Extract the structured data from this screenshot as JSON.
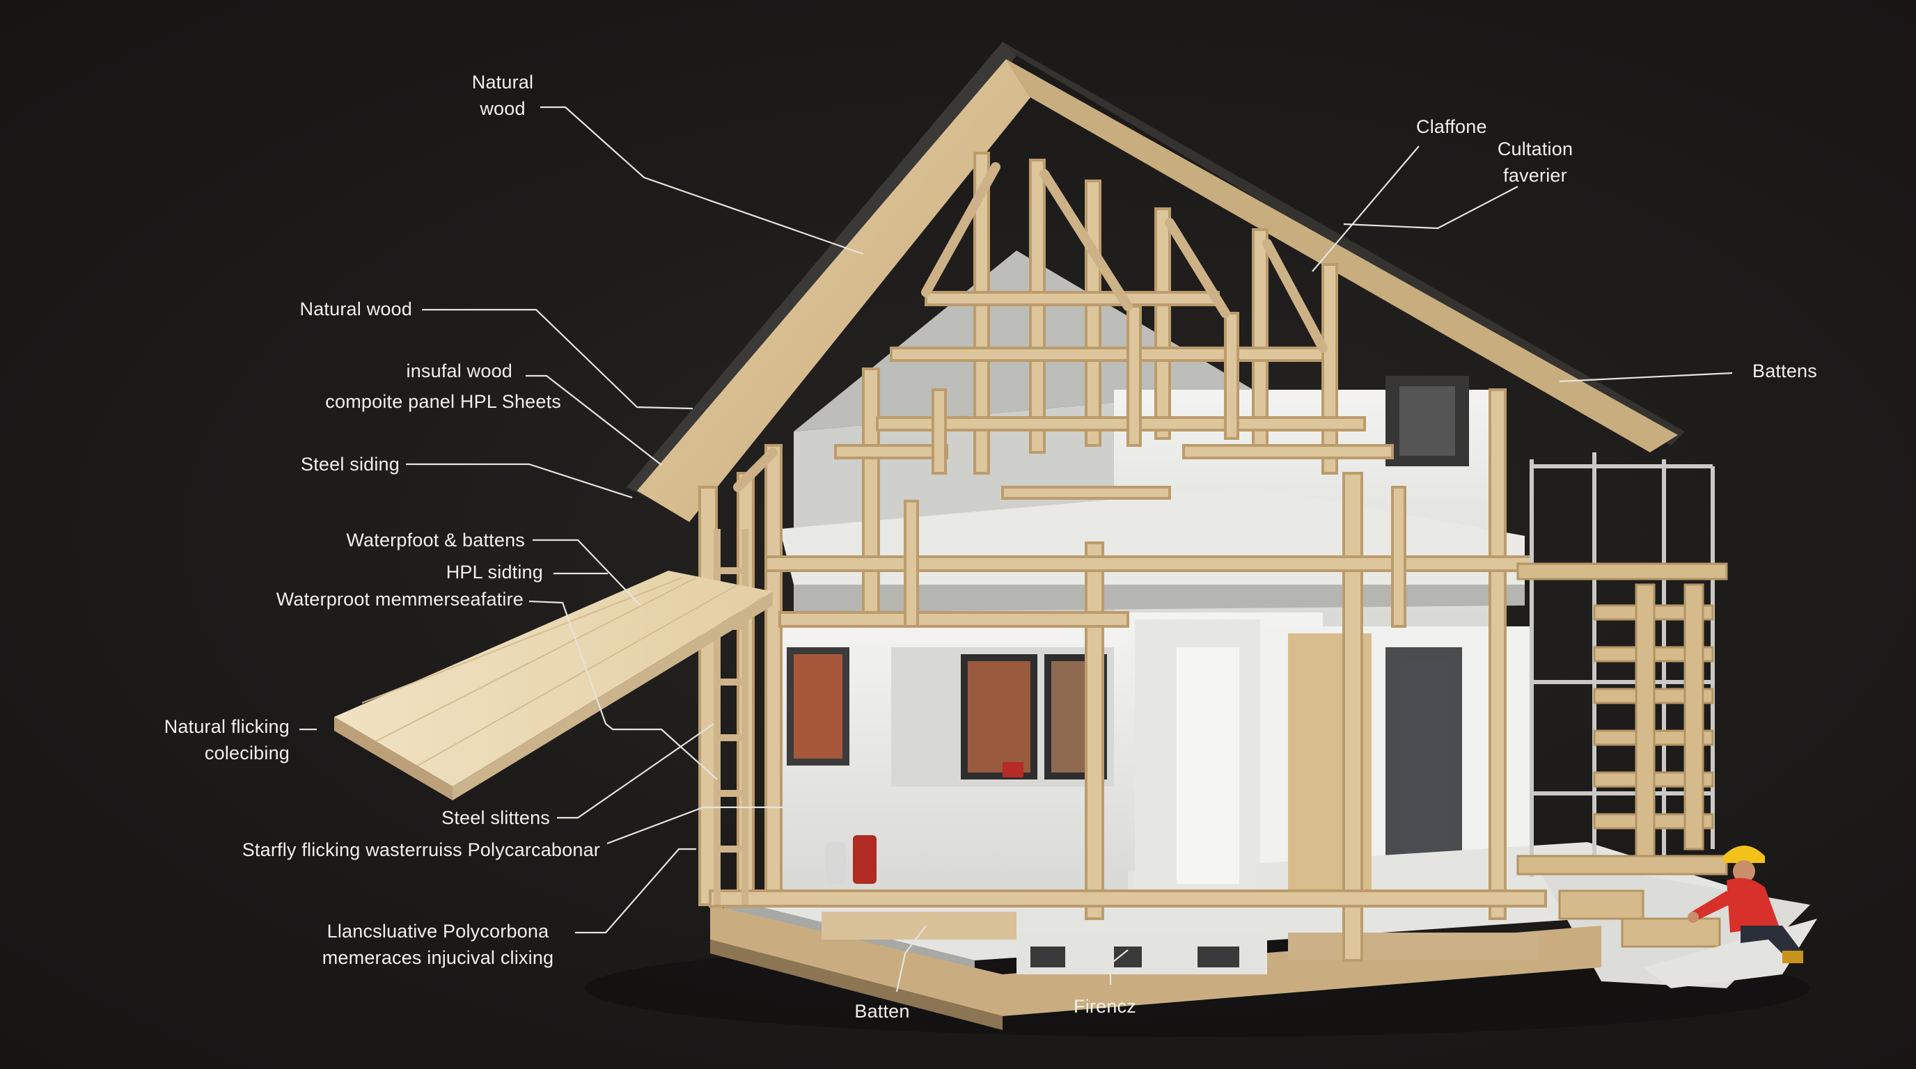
{
  "labels": {
    "natural_wood_top": "Natural\nwood",
    "natural_wood": "Natural wood",
    "insulal_wood": "insufal wood",
    "composite_panel": "compoite panel HPL Sheets",
    "steel_siding": "Steel siding",
    "waterproof_battens": "Waterpfoot & battens",
    "hpl_siding": "HPL sidting",
    "waterproof_membrane": "Waterproot memmerseafatire",
    "natural_flicking": "Natural flicking\ncolecibing",
    "steel_slittens": "Steel slittens",
    "starfly_flicking": "Starfly flicking wasterruiss Polycarcabonar",
    "lancsluative": "Llancsluative Polycorbona\nmemeraces injucival clixing",
    "batten_bottom": "Batten",
    "firencz": "Firencz",
    "claffone": "Claffone",
    "cultation": "Cultation\nfaverier",
    "battens_right": "Battens"
  },
  "colors": {
    "background": "#1e1c1b",
    "text": "#f2f0ec",
    "leader": "#e6e3dd",
    "timber": "#d9c29a",
    "timber_dark": "#b89a6c",
    "panel": "#eeeeec",
    "roof": "#3a3938",
    "worker_helmet": "#f2c21b",
    "worker_shirt": "#d8302a"
  }
}
